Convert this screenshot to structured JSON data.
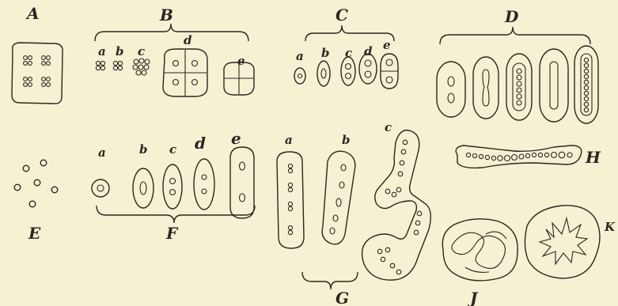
{
  "figure": {
    "background": "#f6f1d3",
    "ink": "#2b2620",
    "groups": {
      "A": {
        "label": "A"
      },
      "B": {
        "label": "B",
        "sub": [
          "a",
          "b",
          "c",
          "d",
          "e"
        ]
      },
      "C": {
        "label": "C",
        "sub": [
          "a",
          "b",
          "c",
          "d",
          "e"
        ]
      },
      "D": {
        "label": "D"
      },
      "E": {
        "label": "E"
      },
      "F": {
        "label": "F",
        "sub": [
          "a",
          "b",
          "c",
          "d",
          "e"
        ]
      },
      "G": {
        "label": "G",
        "sub": [
          "a",
          "b",
          "c"
        ]
      },
      "H": {
        "label": "H"
      },
      "J": {
        "label": "J"
      },
      "K": {
        "label": "K"
      }
    }
  }
}
